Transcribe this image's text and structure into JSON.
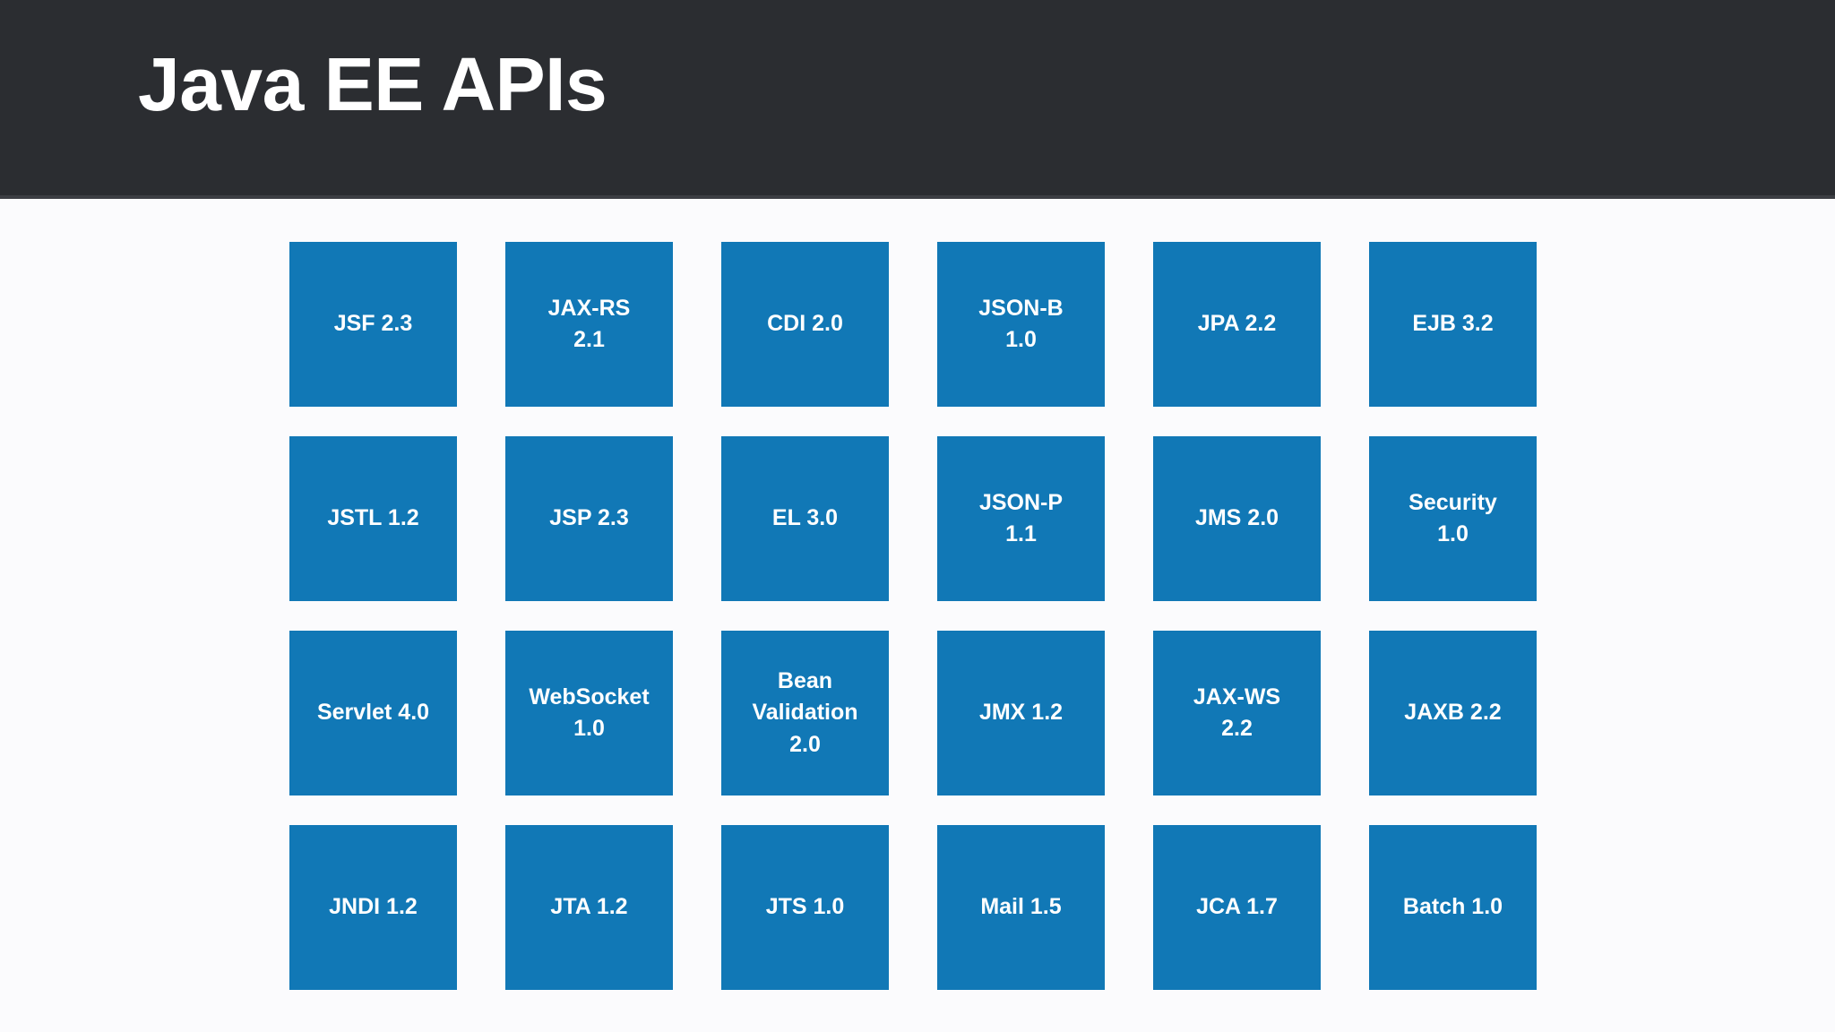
{
  "header": {
    "title": "Java EE APIs",
    "background_color": "#2b2d31",
    "text_color": "#ffffff"
  },
  "page": {
    "background_color": "#fbfbfd",
    "tile_color": "#1178b6",
    "tile_text_color": "#ffffff"
  },
  "grid": {
    "columns": 6,
    "rows": 4,
    "tiles": [
      {
        "label": "JSF 2.3",
        "name": "jsf"
      },
      {
        "label": "JAX-RS\n2.1",
        "name": "jax-rs"
      },
      {
        "label": "CDI 2.0",
        "name": "cdi"
      },
      {
        "label": "JSON-B\n1.0",
        "name": "json-b"
      },
      {
        "label": "JPA 2.2",
        "name": "jpa"
      },
      {
        "label": "EJB 3.2",
        "name": "ejb"
      },
      {
        "label": "JSTL 1.2",
        "name": "jstl"
      },
      {
        "label": "JSP 2.3",
        "name": "jsp"
      },
      {
        "label": "EL 3.0",
        "name": "el"
      },
      {
        "label": "JSON-P\n1.1",
        "name": "json-p"
      },
      {
        "label": "JMS 2.0",
        "name": "jms"
      },
      {
        "label": "Security\n1.0",
        "name": "security"
      },
      {
        "label": "Servlet 4.0",
        "name": "servlet"
      },
      {
        "label": "WebSocket\n1.0",
        "name": "websocket"
      },
      {
        "label": "Bean\nValidation\n2.0",
        "name": "bean-validation"
      },
      {
        "label": "JMX 1.2",
        "name": "jmx"
      },
      {
        "label": "JAX-WS\n2.2",
        "name": "jax-ws"
      },
      {
        "label": "JAXB 2.2",
        "name": "jaxb"
      },
      {
        "label": "JNDI 1.2",
        "name": "jndi"
      },
      {
        "label": "JTA 1.2",
        "name": "jta"
      },
      {
        "label": "JTS 1.0",
        "name": "jts"
      },
      {
        "label": "Mail 1.5",
        "name": "mail"
      },
      {
        "label": "JCA 1.7",
        "name": "jca"
      },
      {
        "label": "Batch 1.0",
        "name": "batch"
      }
    ]
  }
}
